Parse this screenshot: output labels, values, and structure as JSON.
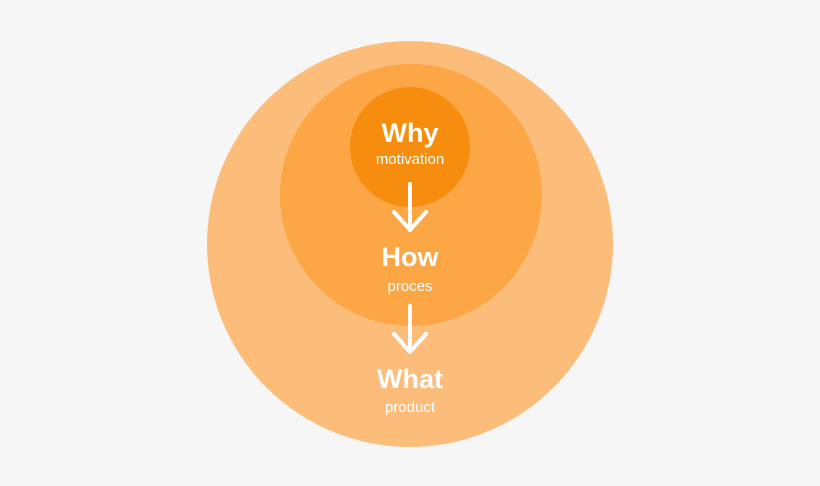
{
  "colors": {
    "background": "#f6f6f6",
    "what_circle": "#fdbd7a",
    "how_circle": "#fca645",
    "why_circle": "#f68d0e",
    "text": "#ffffff"
  },
  "levels": [
    {
      "key": "why",
      "title": "Why",
      "subtitle": "motivation",
      "color": "#f68d0e"
    },
    {
      "key": "how",
      "title": "How",
      "subtitle": "proces",
      "color": "#fca645"
    },
    {
      "key": "what",
      "title": "What",
      "subtitle": "product",
      "color": "#fdbd7a"
    }
  ],
  "connectors": [
    {
      "from": "why",
      "to": "how",
      "icon": "arrow-down-icon"
    },
    {
      "from": "how",
      "to": "what",
      "icon": "arrow-down-icon"
    }
  ]
}
